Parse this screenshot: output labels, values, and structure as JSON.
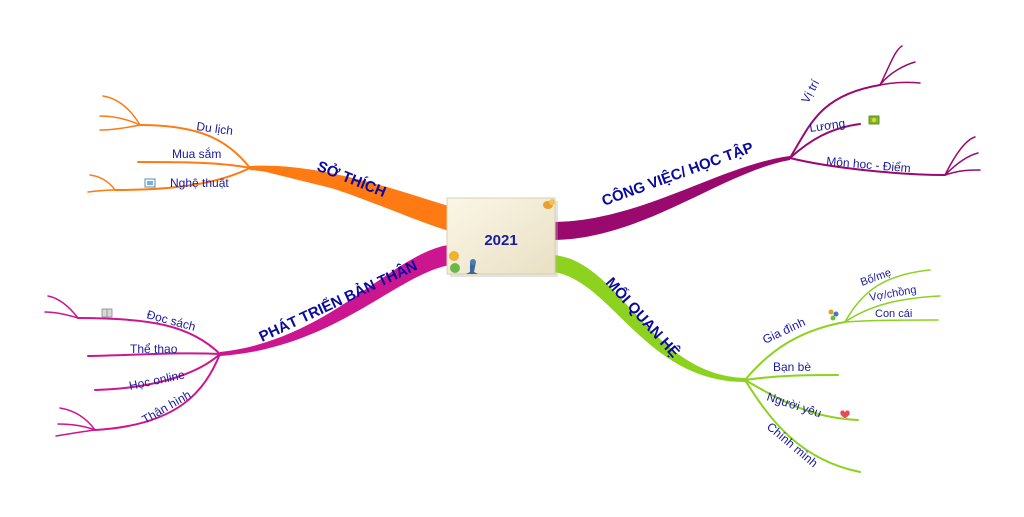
{
  "center": {
    "label": "2021"
  },
  "colors": {
    "orange": "#ff7a12",
    "purple": "#9a0a6e",
    "magenta": "#cc1690",
    "green": "#8cd21e",
    "text": "#1a1a9e"
  },
  "branches": {
    "so_thich": {
      "title": "SỞ THÍCH",
      "items": [
        "Du lịch",
        "Mua sắm",
        "Nghệ thuật"
      ]
    },
    "cong_viec": {
      "title": "CÔNG VIỆC/ HỌC TẬP",
      "items": [
        "Vị trí",
        "Lương",
        "Môn học - Điểm"
      ]
    },
    "phat_trien": {
      "title": "PHÁT TRIỂN BẢN THÂN",
      "items": [
        "Đọc sách",
        "Thể thao",
        "Học online",
        "Thân hình"
      ]
    },
    "moi_quan_he": {
      "title": "MỐI QUAN HỆ",
      "items": [
        "Gia đình",
        "Bạn bè",
        "Người yêu",
        "Chính mình"
      ],
      "gia_dinh_children": [
        "Bố/mẹ",
        "Vợ/chồng",
        "Con cái"
      ]
    }
  },
  "icons": [
    "picture-icon",
    "money-icon",
    "book-icon",
    "family-icon",
    "heart-icon",
    "pin-icon"
  ]
}
